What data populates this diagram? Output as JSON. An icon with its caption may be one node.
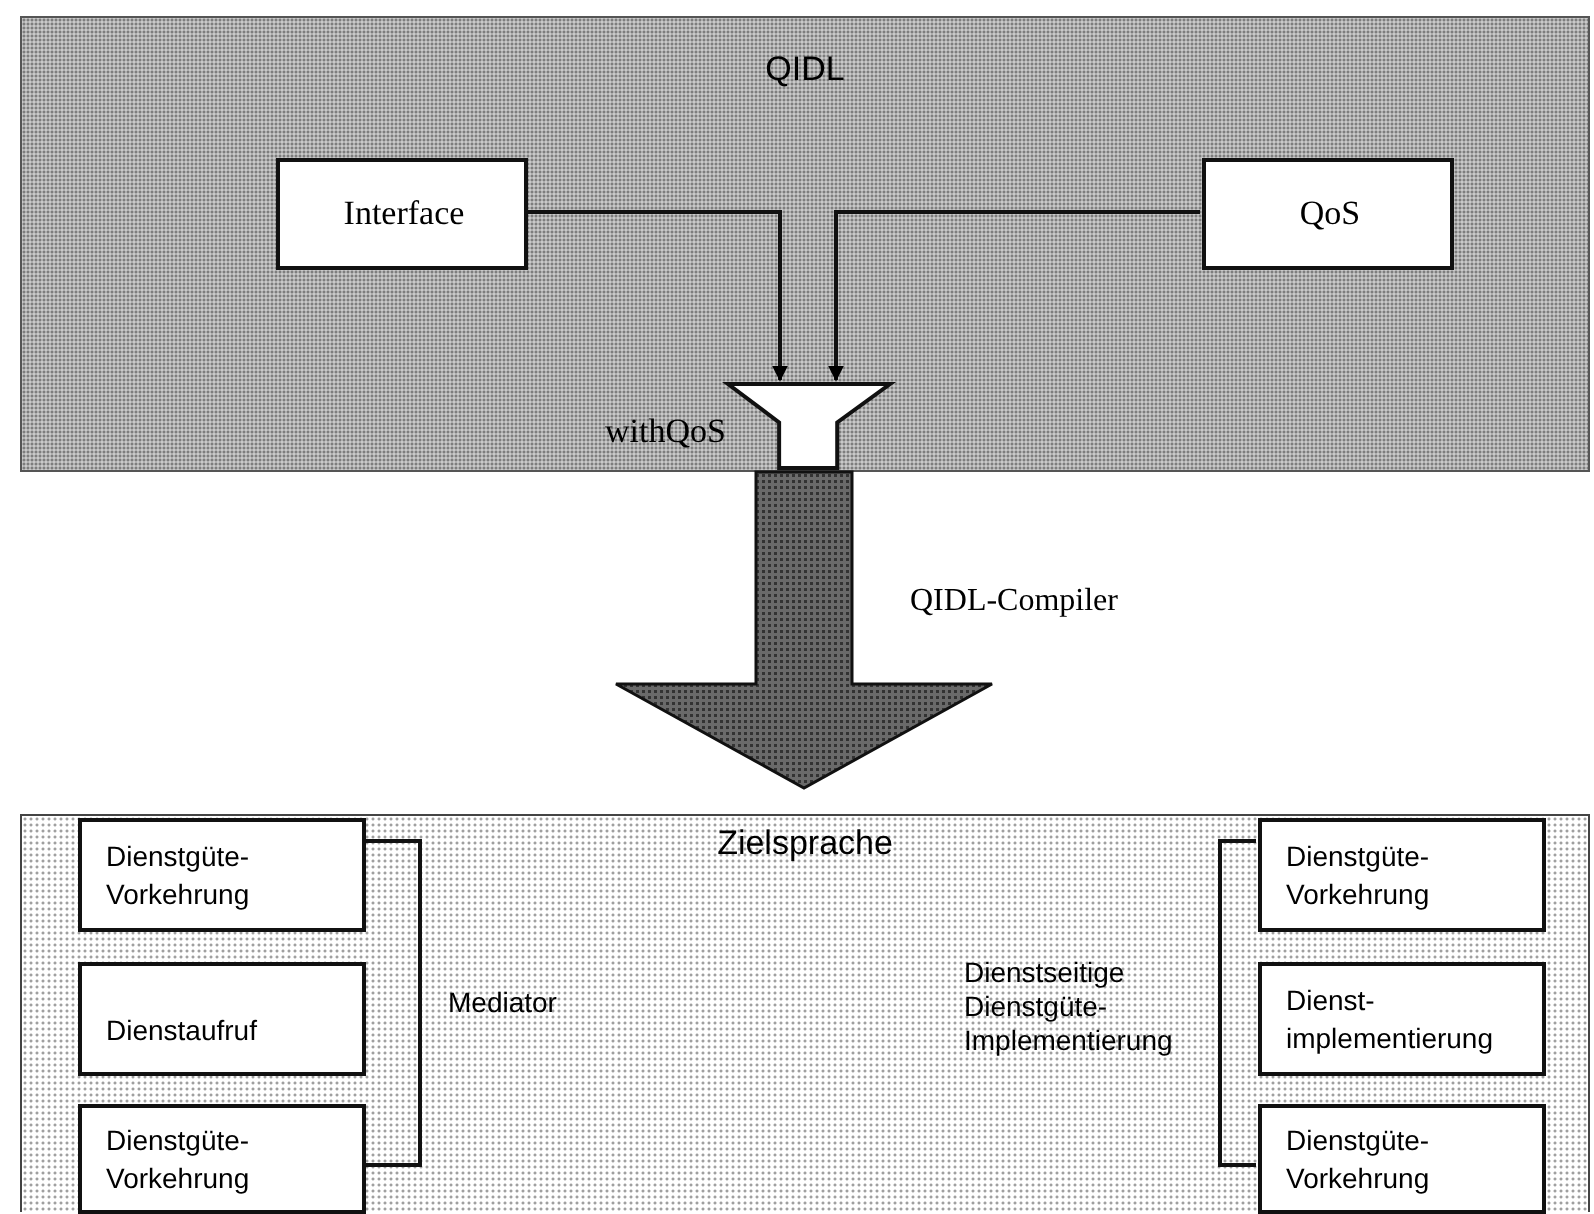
{
  "diagram": {
    "nodes": [
      {
        "text": [
          "QIDL"
        ]
      },
      {
        "text": [
          "Interface"
        ],
        "in": 0
      },
      {
        "text": [
          "QoS"
        ],
        "in": 0
      },
      {
        "text": [],
        "shape": "funnel",
        "beside": [
          "withQoS"
        ],
        "in": 0
      },
      {
        "text": [
          "Zielsprache"
        ]
      },
      {
        "text": [
          "Dienstgüte- Vorkehrung"
        ],
        "in": 4
      },
      {
        "text": [
          "Dienstaufruf"
        ],
        "in": 4
      },
      {
        "text": [
          "Dienstgüte- Vorkehrung"
        ],
        "in": 4
      },
      {
        "text": [
          "Dienstgüte- Vorkehrung"
        ],
        "in": 4
      },
      {
        "text": [
          "Dienst- implementierung"
        ],
        "in": 4
      },
      {
        "text": [
          "Dienstgüte- Vorkehrung"
        ],
        "in": 4
      }
    ],
    "edges": [
      {
        "from": 1,
        "to": 3,
        "arrow": "to"
      },
      {
        "from": 2,
        "to": 3,
        "arrow": "to"
      },
      {
        "from": 0,
        "to": 4,
        "arrow": "to",
        "label": "QIDL-Compiler",
        "style": "thick"
      },
      {
        "from": 5,
        "to": 7,
        "arrow": "none",
        "label": "Mediator"
      },
      {
        "from": 8,
        "to": 10,
        "arrow": "none",
        "label": "Dienstseitige Dienstgüte- Implementierung"
      }
    ]
  }
}
